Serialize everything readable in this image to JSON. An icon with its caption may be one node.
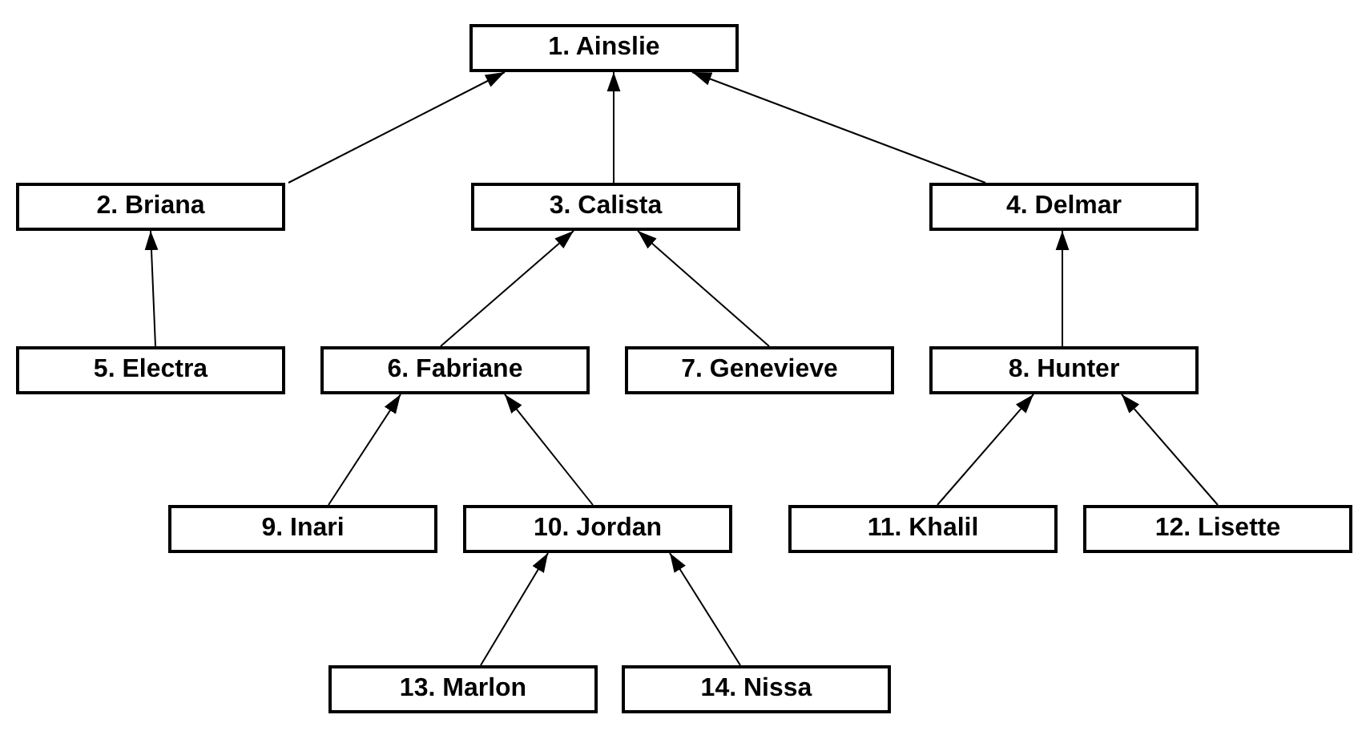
{
  "diagram": {
    "nodes": [
      {
        "text": [
          "1. Ainslie"
        ]
      },
      {
        "text": [
          "2. Briana"
        ]
      },
      {
        "text": [
          "3. Calista"
        ]
      },
      {
        "text": [
          "4. Delmar"
        ]
      },
      {
        "text": [
          "5. Electra"
        ]
      },
      {
        "text": [
          "6. Fabriane"
        ]
      },
      {
        "text": [
          "7. Genevieve"
        ]
      },
      {
        "text": [
          "8. Hunter"
        ]
      },
      {
        "text": [
          "9. Inari"
        ]
      },
      {
        "text": [
          "10. Jordan"
        ]
      },
      {
        "text": [
          "11. Khalil"
        ]
      },
      {
        "text": [
          "12. Lisette"
        ]
      },
      {
        "text": [
          "13. Marlon"
        ]
      },
      {
        "text": [
          "14. Nissa"
        ]
      }
    ],
    "edges": [
      {
        "from": 1,
        "to": 0,
        "arrow": "to"
      },
      {
        "from": 2,
        "to": 0,
        "arrow": "to"
      },
      {
        "from": 3,
        "to": 0,
        "arrow": "to"
      },
      {
        "from": 4,
        "to": 1,
        "arrow": "to"
      },
      {
        "from": 5,
        "to": 2,
        "arrow": "to"
      },
      {
        "from": 6,
        "to": 2,
        "arrow": "to"
      },
      {
        "from": 7,
        "to": 3,
        "arrow": "to"
      },
      {
        "from": 8,
        "to": 5,
        "arrow": "to"
      },
      {
        "from": 9,
        "to": 5,
        "arrow": "to"
      },
      {
        "from": 10,
        "to": 7,
        "arrow": "to"
      },
      {
        "from": 11,
        "to": 7,
        "arrow": "to"
      },
      {
        "from": 12,
        "to": 9,
        "arrow": "to"
      },
      {
        "from": 13,
        "to": 9,
        "arrow": "to"
      }
    ]
  }
}
